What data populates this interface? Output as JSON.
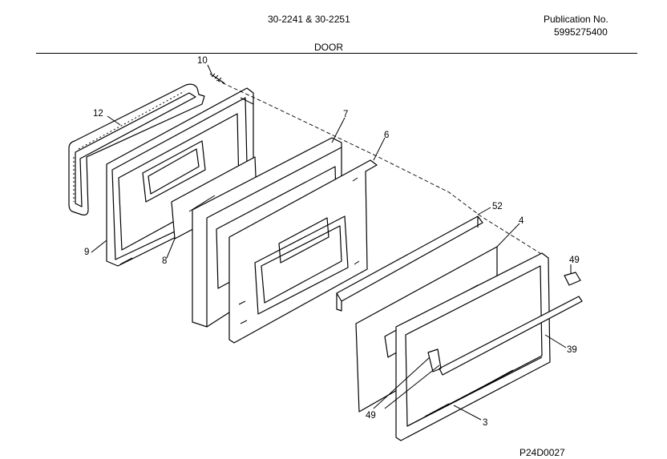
{
  "header": {
    "model": "30-2241 & 30-2251",
    "publication_label": "Publication No.",
    "publication_number": "5995275400",
    "section_title": "DOOR"
  },
  "footer": {
    "diagram_code": "P24D0027"
  },
  "parts": [
    {
      "id": "part-12",
      "label": "12"
    },
    {
      "id": "part-10",
      "label": "10"
    },
    {
      "id": "part-7",
      "label": "7"
    },
    {
      "id": "part-6",
      "label": "6"
    },
    {
      "id": "part-52",
      "label": "52"
    },
    {
      "id": "part-4",
      "label": "4"
    },
    {
      "id": "part-49-top",
      "label": "49"
    },
    {
      "id": "part-9",
      "label": "9"
    },
    {
      "id": "part-8",
      "label": "8"
    },
    {
      "id": "part-39",
      "label": "39"
    },
    {
      "id": "part-49-bottom",
      "label": "49"
    },
    {
      "id": "part-3",
      "label": "3"
    }
  ]
}
